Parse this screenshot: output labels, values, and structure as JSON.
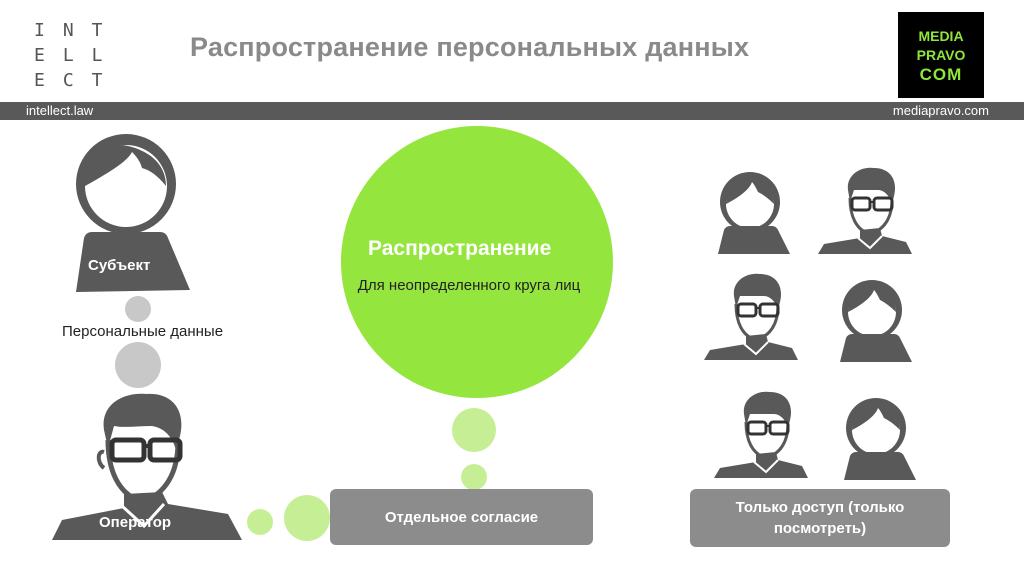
{
  "header": {
    "logo_left_lines": [
      "INT",
      "ELL",
      "ECT"
    ],
    "title": "Распространение персональных данных",
    "logo_right_lines": [
      "MEDIA",
      "PRAVO",
      "COM"
    ],
    "site_left": "intellect.law",
    "site_right": "mediapravo.com"
  },
  "diagram": {
    "subject_label": "Субъект",
    "personal_data_label": "Персональные данные",
    "operator_label": "Оператор",
    "bubble_title": "Распространение",
    "bubble_subtitle": "Для неопределенного круга лиц",
    "consent_box": "Отдельное согласие",
    "access_box": "Только доступ (только посмотреть)"
  },
  "colors": {
    "bubble_green": "#95e53f",
    "small_bubble_green": "#c6ef95",
    "grey_dots": "#c8c8c8",
    "figure_grey": "#595959",
    "box_grey": "#8c8c8c"
  }
}
